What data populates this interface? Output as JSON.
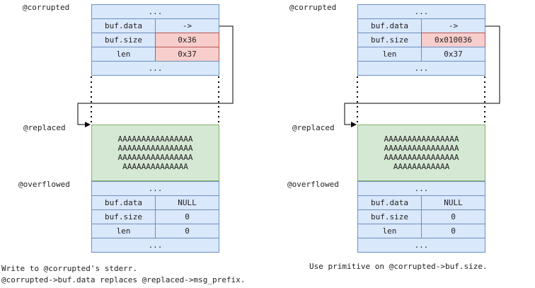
{
  "labels": {
    "corrupted": "@corrupted",
    "replaced": "@replaced",
    "overflowed": "@overflowed"
  },
  "ellipsis": "...",
  "left": {
    "corrupted": {
      "rows": [
        {
          "field": "buf.data",
          "value": "->"
        },
        {
          "field": "buf.size",
          "value": "0x36"
        },
        {
          "field": "len",
          "value": "0x37"
        }
      ]
    },
    "replaced_lines": [
      "AAAAAAAAAAAAAAAA",
      "AAAAAAAAAAAAAAAA",
      "AAAAAAAAAAAAAAAA",
      "AAAAAAAAAAAAAA"
    ],
    "overflowed": {
      "rows": [
        {
          "field": "buf.data",
          "value": "NULL"
        },
        {
          "field": "buf.size",
          "value": "0"
        },
        {
          "field": "len",
          "value": "0"
        }
      ]
    },
    "caption": [
      "Write to @corrupted's stderr.",
      "@corrupted->buf.data replaces @replaced->msg_prefix."
    ]
  },
  "right": {
    "corrupted": {
      "rows": [
        {
          "field": "buf.data",
          "value": "->"
        },
        {
          "field": "buf.size",
          "value": "0x010036"
        },
        {
          "field": "len",
          "value": "0x37"
        }
      ]
    },
    "replaced_lines": [
      "AAAAAAAAAAAAAAAA",
      "AAAAAAAAAAAAAAAA",
      "AAAAAAAAAAAAAAAA",
      "AAAAAAAAAAAA"
    ],
    "overflowed": {
      "rows": [
        {
          "field": "buf.data",
          "value": "NULL"
        },
        {
          "field": "buf.size",
          "value": "0"
        },
        {
          "field": "len",
          "value": "0"
        }
      ]
    },
    "caption": [
      "Use primitive on @corrupted->buf.size."
    ]
  },
  "colors": {
    "struct_fill": "#dae8fc",
    "struct_stroke": "#6c8ebf",
    "highlight_fill": "#f8cecc",
    "highlight_stroke": "#b85450",
    "replaced_fill": "#d5e8d4",
    "replaced_stroke": "#82b366"
  }
}
